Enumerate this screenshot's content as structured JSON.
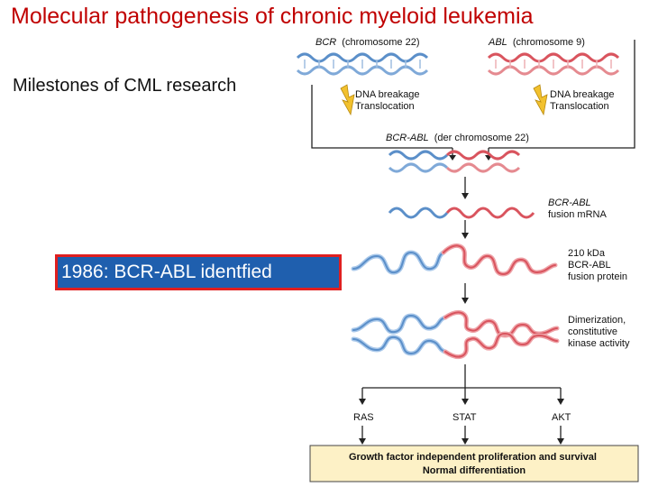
{
  "slide": {
    "title": "Molecular pathogenesis of chronic myeloid leukemia",
    "subtitle": "Milestones of CML research",
    "milestone": "1986: BCR-ABL identfied"
  },
  "diagram": {
    "bcr": {
      "gene": "BCR",
      "chromosome": "(chromosome 22)"
    },
    "abl": {
      "gene": "ABL",
      "chromosome": "(chromosome 9)"
    },
    "breakage_left": [
      "DNA breakage",
      "Translocation"
    ],
    "breakage_right": [
      "DNA breakage",
      "Translocation"
    ],
    "fusion_gene": {
      "gene": "BCR-ABL",
      "chromosome": "(der chromosome 22)"
    },
    "mrna": {
      "gene": "BCR-ABL",
      "label": "fusion mRNA"
    },
    "protein": [
      "210 kDa",
      "BCR-ABL",
      "fusion protein"
    ],
    "dimer": [
      "Dimerization,",
      "constitutive",
      "kinase activity"
    ],
    "pathways": [
      "RAS",
      "STAT",
      "AKT"
    ],
    "outcome": [
      "Growth factor independent proliferation and survival",
      "Normal differentiation"
    ]
  },
  "colors": {
    "title": "#c00000",
    "bcr_dna": "#5b8fc9",
    "abl_dna": "#d9545e",
    "milestone_fill": "#1f5fae",
    "milestone_border": "#e01f1f",
    "lightning": "#f2c12e",
    "outcome_fill": "#fdf1c6"
  }
}
